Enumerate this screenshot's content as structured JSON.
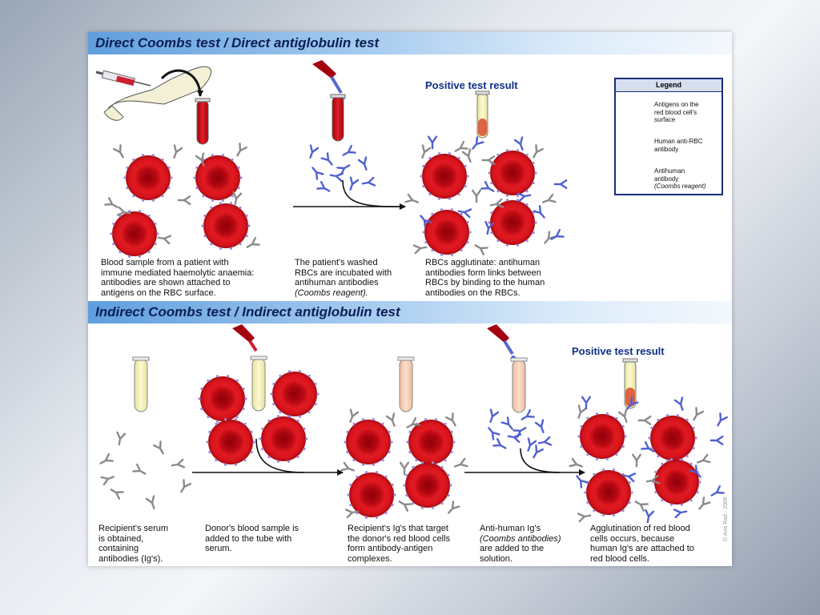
{
  "direct": {
    "title": "Direct Coombs test / Direct antiglobulin test",
    "positive_label": "Positive test result",
    "captions": [
      {
        "lines": [
          "Blood sample from a patient with",
          "immune mediated haemolytic anaemia:",
          "antibodies are shown attached to",
          "antigens on the RBC surface."
        ]
      },
      {
        "lines": [
          "The patient's washed",
          "RBCs are incubated with",
          "antihuman antibodies",
          "(Coombs reagent)."
        ]
      },
      {
        "lines": [
          "RBCs agglutinate: antihuman",
          "antibodies form links between",
          "RBCs by binding to the human",
          "antibodies on the RBCs."
        ]
      }
    ]
  },
  "legend": {
    "title": "Legend",
    "items": [
      {
        "lines": [
          "Antigens on the",
          "red blood cell's",
          "surface"
        ],
        "icon": "antigen-blob-icon"
      },
      {
        "lines": [
          "Human anti-RBC",
          "antibody"
        ],
        "icon": "gray-antibody-icon"
      },
      {
        "lines": [
          "Antihuman",
          "antibody",
          "(Coombs reagent)"
        ],
        "icon": "blue-antibody-icon"
      }
    ]
  },
  "indirect": {
    "title": "Indirect Coombs test / Indirect antiglobulin test",
    "positive_label": "Positive test result",
    "captions": [
      {
        "lines": [
          "Recipient's serum",
          "is obtained,",
          "containing",
          "antibodies (Ig's)."
        ]
      },
      {
        "lines": [
          "Donor's blood sample is",
          "added to the tube with",
          "serum."
        ]
      },
      {
        "lines": [
          "Recipient's Ig's that target",
          "the donor's red blood cells",
          "form antibody-antigen",
          "complexes."
        ]
      },
      {
        "lines": [
          "Anti-human Ig's",
          "(Coombs antibodies)",
          "are added to the",
          "solution."
        ]
      },
      {
        "lines": [
          "Agglutination of red blood",
          "cells occurs, because",
          "human Ig's are attached to",
          "red blood cells."
        ]
      }
    ]
  },
  "credit": "© Aria Rad - 2006",
  "colors": {
    "rbc": "#d8141c",
    "gray_antibody": "#8a8a8a",
    "blue_antibody": "#5060d0",
    "title_text": "#0b1f55",
    "positive_text": "#0d2f86"
  }
}
